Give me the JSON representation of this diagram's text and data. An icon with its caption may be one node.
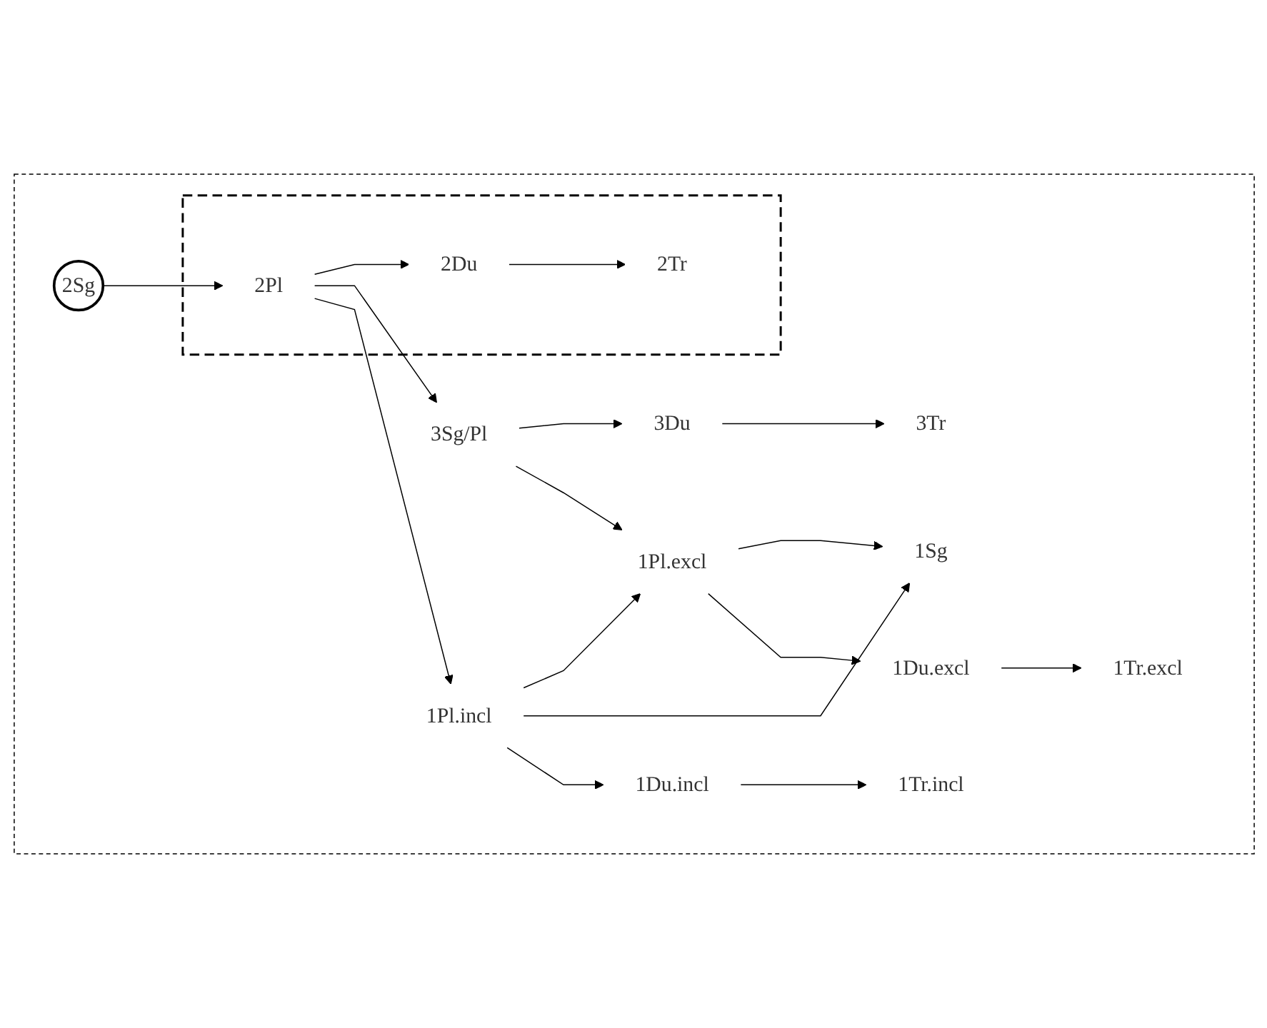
{
  "diagram": {
    "nodes": [
      {
        "text": [],
        "shape": "ellipse"
      },
      {
        "text": [],
        "shape": "ellipse",
        "in": 0
      },
      {
        "text": [
          "2Tr"
        ],
        "in": 1
      },
      {
        "text": [
          "2Du"
        ],
        "in": 1
      },
      {
        "text": [
          "2Pl"
        ],
        "in": 1
      },
      {
        "text": [
          "3Tr"
        ],
        "in": 0
      },
      {
        "text": [
          "3Du"
        ],
        "in": 0
      },
      {
        "text": [
          "3Sg/Pl"
        ],
        "in": 0
      },
      {
        "text": [
          "1Pl.excl"
        ],
        "in": 0
      },
      {
        "text": [
          "2Sg"
        ],
        "in": 0
      },
      {
        "text": [
          "1Pl.incl"
        ],
        "in": 0
      },
      {
        "text": [
          "1Sg"
        ],
        "in": 0
      },
      {
        "text": [
          "1Du.incl"
        ],
        "in": 0
      },
      {
        "text": [
          "1Du.excl"
        ],
        "in": 0
      },
      {
        "text": [
          "1Tr.incl"
        ],
        "in": 0
      },
      {
        "text": [
          "1Tr.excl"
        ],
        "in": 0
      }
    ],
    "edges": [
      {
        "from": 9,
        "to": 4,
        "arrow": "to"
      },
      {
        "from": 4,
        "to": 3,
        "arrow": "to"
      },
      {
        "from": 3,
        "to": 2,
        "arrow": "to"
      },
      {
        "from": 4,
        "to": 7,
        "arrow": "to"
      },
      {
        "from": 4,
        "to": 10,
        "arrow": "to"
      },
      {
        "from": 7,
        "to": 6,
        "arrow": "to"
      },
      {
        "from": 6,
        "to": 5,
        "arrow": "to"
      },
      {
        "from": 7,
        "to": 8,
        "arrow": "to"
      },
      {
        "from": 10,
        "to": 8,
        "arrow": "to"
      },
      {
        "from": 10,
        "to": 11,
        "arrow": "to"
      },
      {
        "from": 8,
        "to": 11,
        "arrow": "to"
      },
      {
        "from": 10,
        "to": 12,
        "arrow": "to"
      },
      {
        "from": 12,
        "to": 14,
        "arrow": "to"
      },
      {
        "from": 8,
        "to": 13,
        "arrow": "to"
      },
      {
        "from": 13,
        "to": 15,
        "arrow": "to"
      }
    ]
  }
}
